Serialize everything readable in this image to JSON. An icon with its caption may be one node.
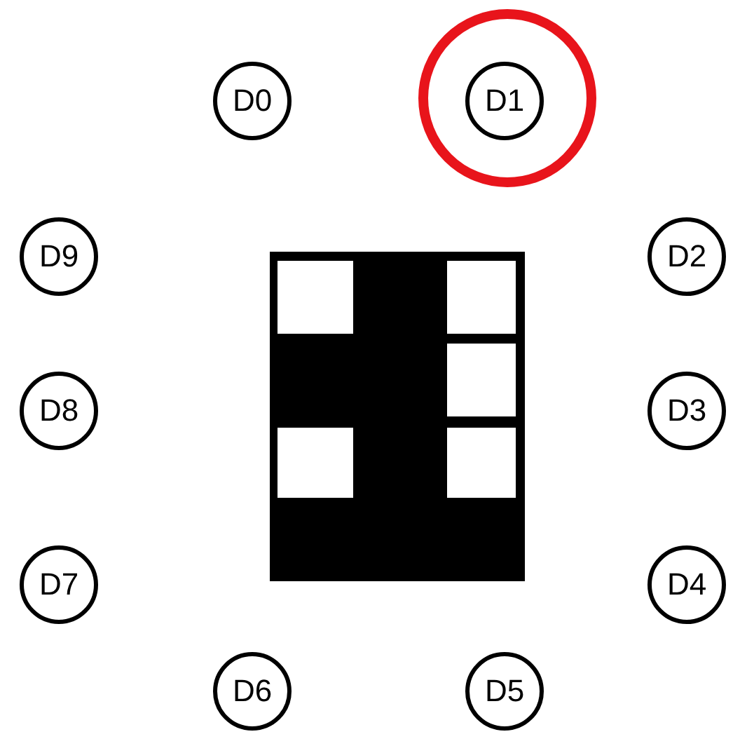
{
  "diagram": {
    "nodes": [
      {
        "text": [
          "D0"
        ]
      },
      {
        "text": [
          "D1"
        ]
      },
      {
        "text": [
          "D9"
        ]
      },
      {
        "text": [
          "D2"
        ]
      },
      {
        "text": [
          "D8"
        ]
      },
      {
        "text": [
          "D3"
        ]
      },
      {
        "text": [
          "D7"
        ]
      },
      {
        "text": [
          "D4"
        ]
      },
      {
        "text": [
          "D6"
        ]
      },
      {
        "text": [
          "D5"
        ]
      }
    ]
  }
}
